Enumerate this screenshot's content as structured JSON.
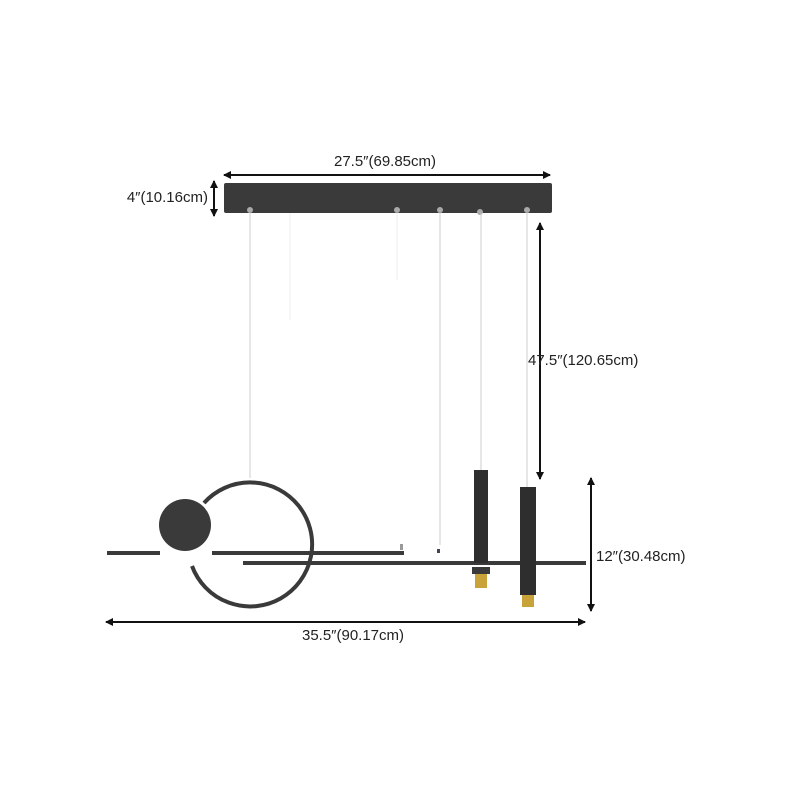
{
  "dimensions": {
    "canopy_width": "27.5″(69.85cm)",
    "canopy_height": "4″(10.16cm)",
    "hanging_length": "47.5″(120.65cm)",
    "fixture_height": "12″(30.48cm)",
    "fixture_width": "35.5″(90.17cm)"
  },
  "colors": {
    "fixture": "#3a3a3a",
    "accent_gold": "#c9a23a",
    "arrow": "#111111"
  }
}
